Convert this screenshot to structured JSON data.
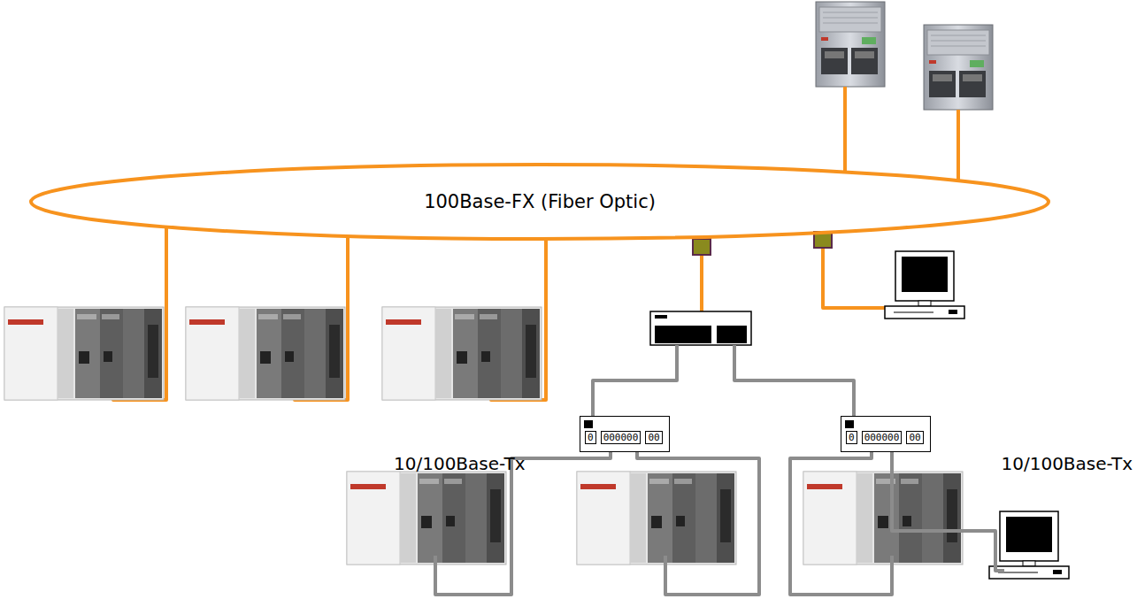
{
  "diagram": {
    "nodes": [
      {
        "text": [
          "100Base-FX (Fiber Optic)"
        ]
      },
      {
        "text": [
          "0",
          "000000",
          "00"
        ]
      },
      {
        "text": [
          "0",
          "000000",
          "00"
        ]
      }
    ],
    "labels": [
      "10/100Base-Tx",
      "10/100Base-Tx"
    ]
  }
}
